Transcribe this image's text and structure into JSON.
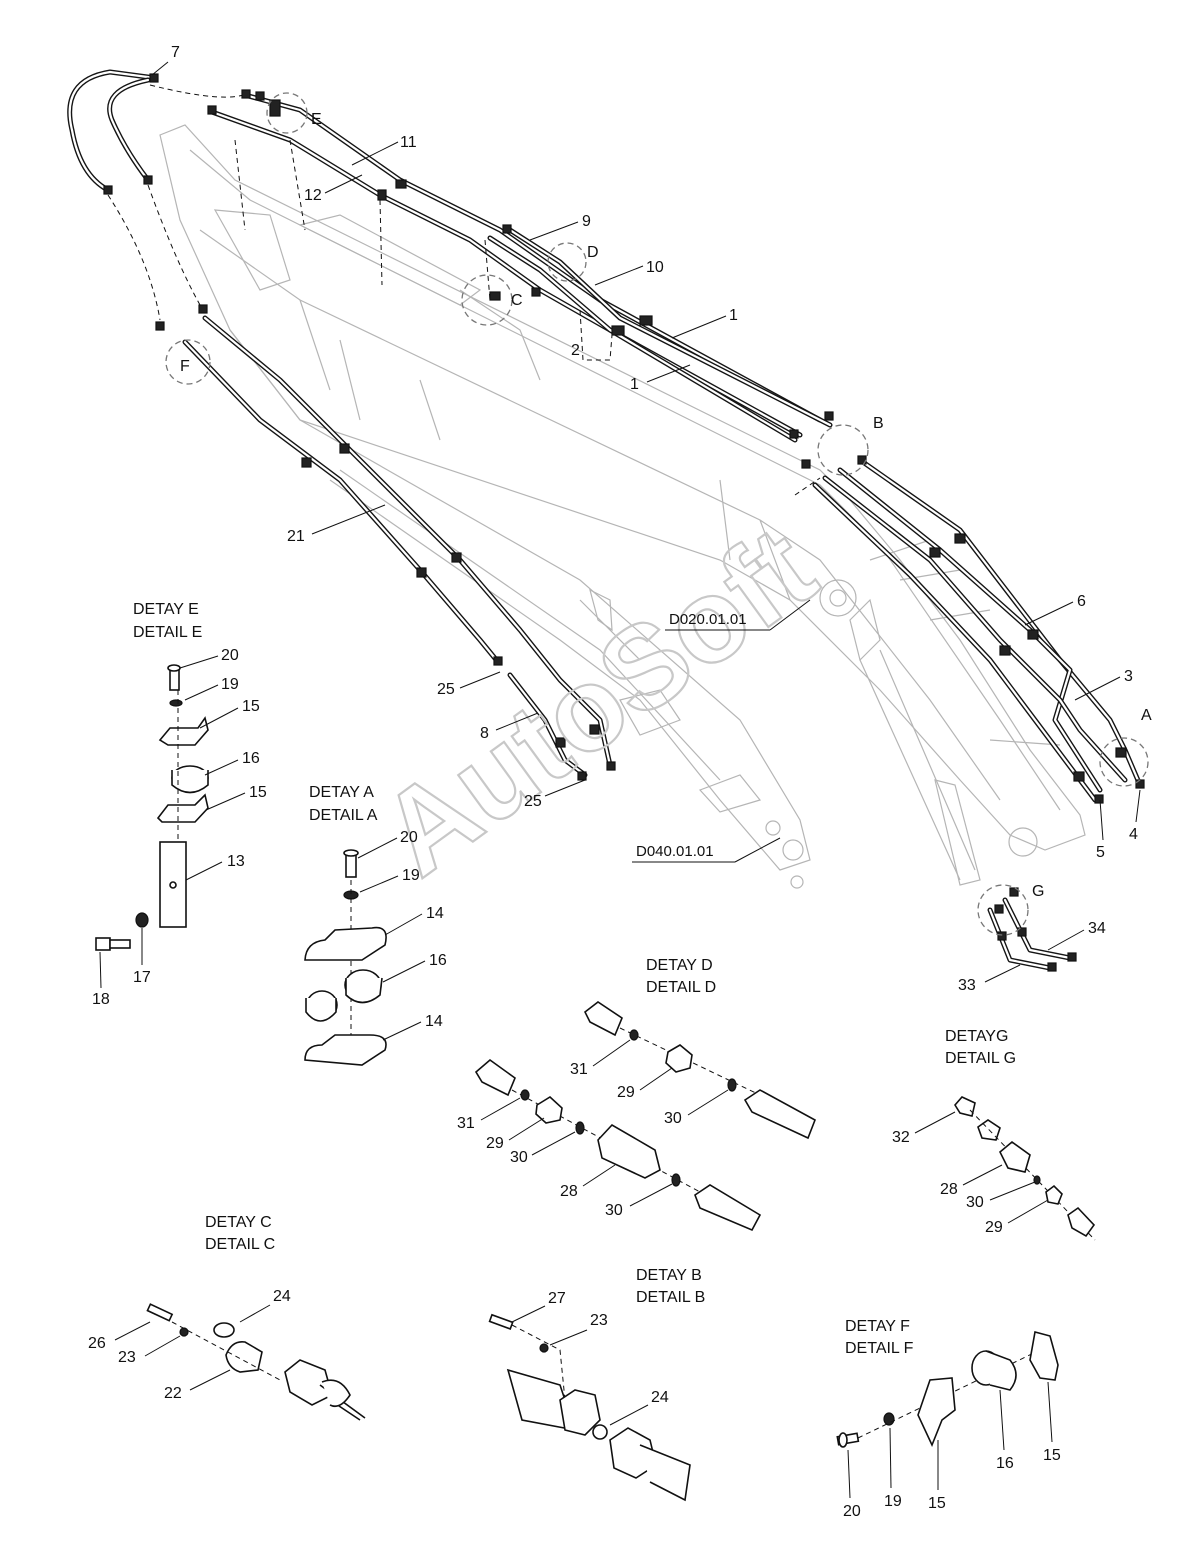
{
  "watermark": "AutoSoft",
  "references": {
    "boom": "D020.01.01",
    "arm": "D040.01.01"
  },
  "callouts": [
    "7",
    "E",
    "11",
    "12",
    "9",
    "D",
    "10",
    "C",
    "2",
    "1",
    "1",
    "B",
    "F",
    "21",
    "6",
    "3",
    "A",
    "25",
    "8",
    "25",
    "5",
    "4",
    "G",
    "34",
    "33"
  ],
  "details": {
    "E": {
      "title_tr": "DETAY E",
      "title_en": "DETAIL E",
      "labels": [
        "20",
        "19",
        "15",
        "16",
        "15",
        "13",
        "18",
        "17"
      ]
    },
    "A": {
      "title_tr": "DETAY A",
      "title_en": "DETAIL A",
      "labels": [
        "20",
        "19",
        "14",
        "16",
        "14"
      ]
    },
    "D": {
      "title_tr": "DETAY D",
      "title_en": "DETAIL D",
      "labels": [
        "31",
        "29",
        "30",
        "31",
        "29",
        "30",
        "28",
        "30"
      ]
    },
    "G": {
      "title_tr": "DETAYG",
      "title_en": "DETAIL G",
      "labels": [
        "32",
        "28",
        "30",
        "29"
      ]
    },
    "C": {
      "title_tr": "DETAY C",
      "title_en": "DETAIL C",
      "labels": [
        "24",
        "26",
        "23",
        "22"
      ]
    },
    "B": {
      "title_tr": "DETAY B",
      "title_en": "DETAIL B",
      "labels": [
        "27",
        "23",
        "24"
      ]
    },
    "F": {
      "title_tr": "DETAY F",
      "title_en": "DETAIL F",
      "labels": [
        "20",
        "19",
        "15",
        "16",
        "15"
      ]
    }
  }
}
